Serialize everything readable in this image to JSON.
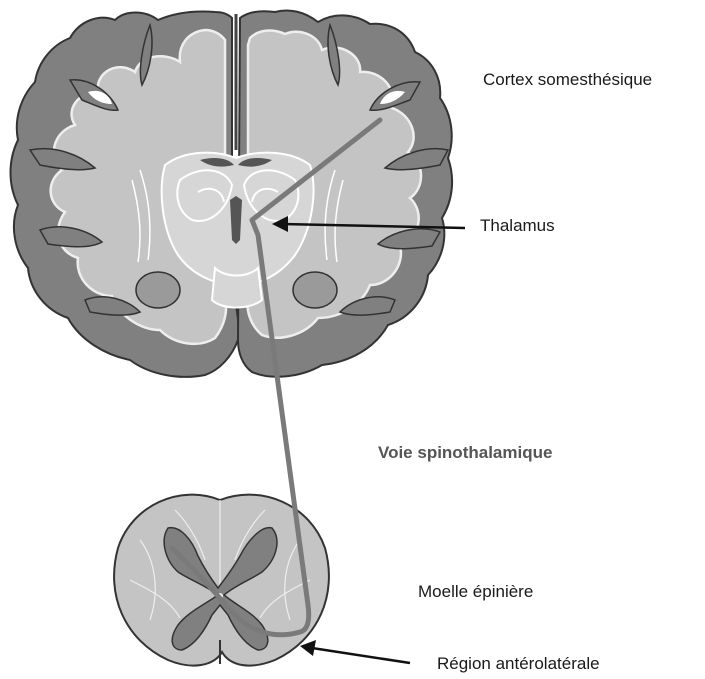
{
  "labels": {
    "cortex": "Cortex somesthésique",
    "thalamus": "Thalamus",
    "pathway": "Voie spinothalamique",
    "spinal_cord": "Moelle épinière",
    "anterolateral": "Région antérolatérale"
  },
  "colors": {
    "cortex_gray": "#808080",
    "white_matter": "#c4c4c4",
    "deep_structures": "#d6d6d6",
    "pathway": "#7a7a7a",
    "arrow": "#111111"
  }
}
